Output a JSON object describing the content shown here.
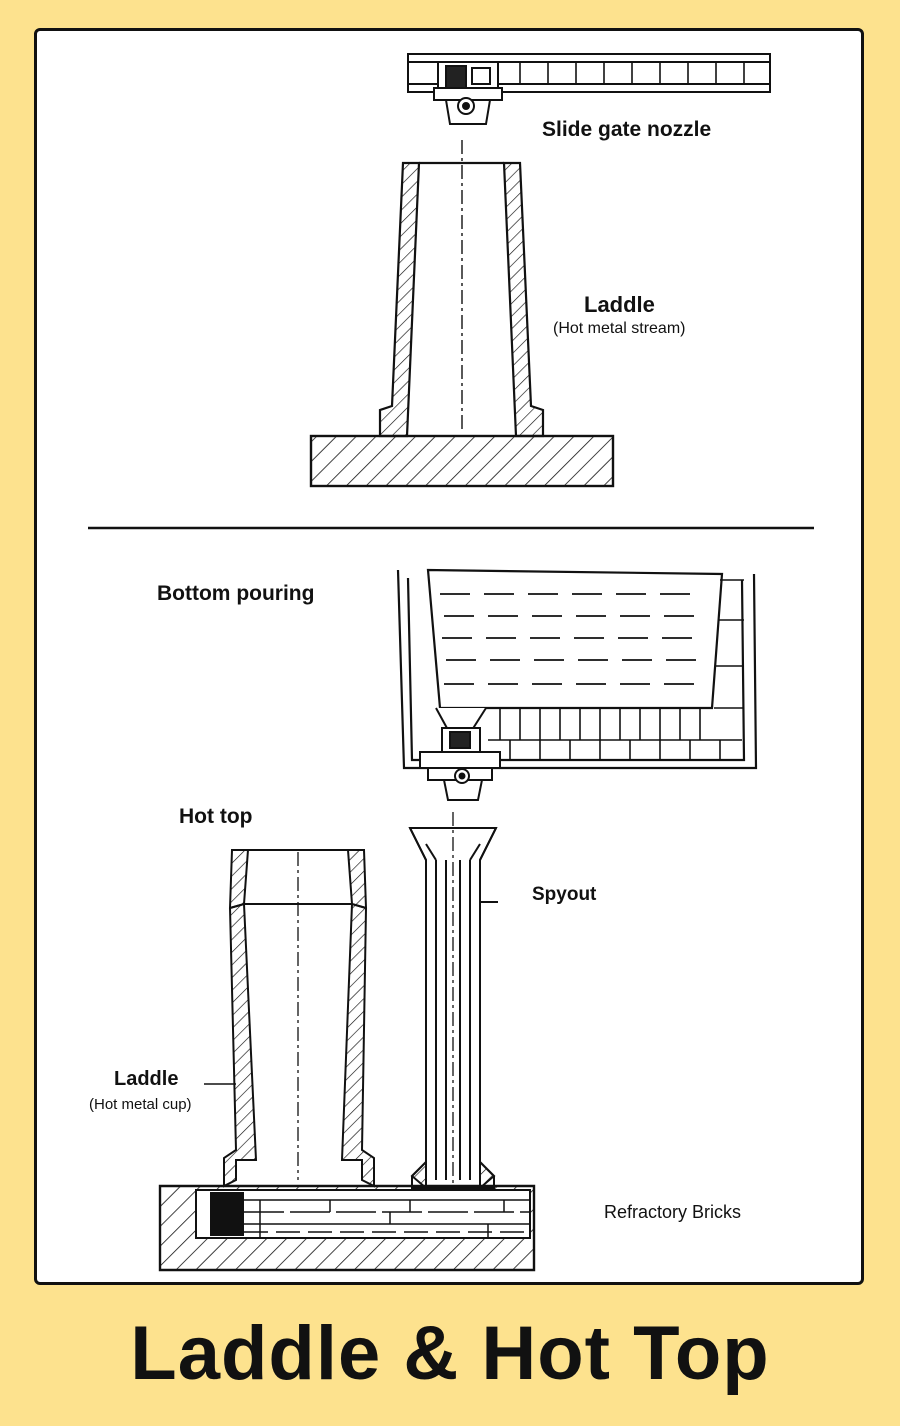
{
  "title": "Laddle & Hot Top",
  "labels": {
    "slide_gate_nozzle": "Slide gate nozzle",
    "laddle_top": "Laddle",
    "laddle_top_sub": "(Hot metal stream)",
    "bottom_pouring": "Bottom pouring",
    "hot_top": "Hot top",
    "spyout": "Spyout",
    "laddle_bottom": "Laddle",
    "laddle_bottom_sub": "(Hot metal cup)",
    "refractory_bricks": "Refractory Bricks"
  },
  "colors": {
    "background": "#fde28e",
    "panel": "#ffffff",
    "line": "#111111"
  }
}
